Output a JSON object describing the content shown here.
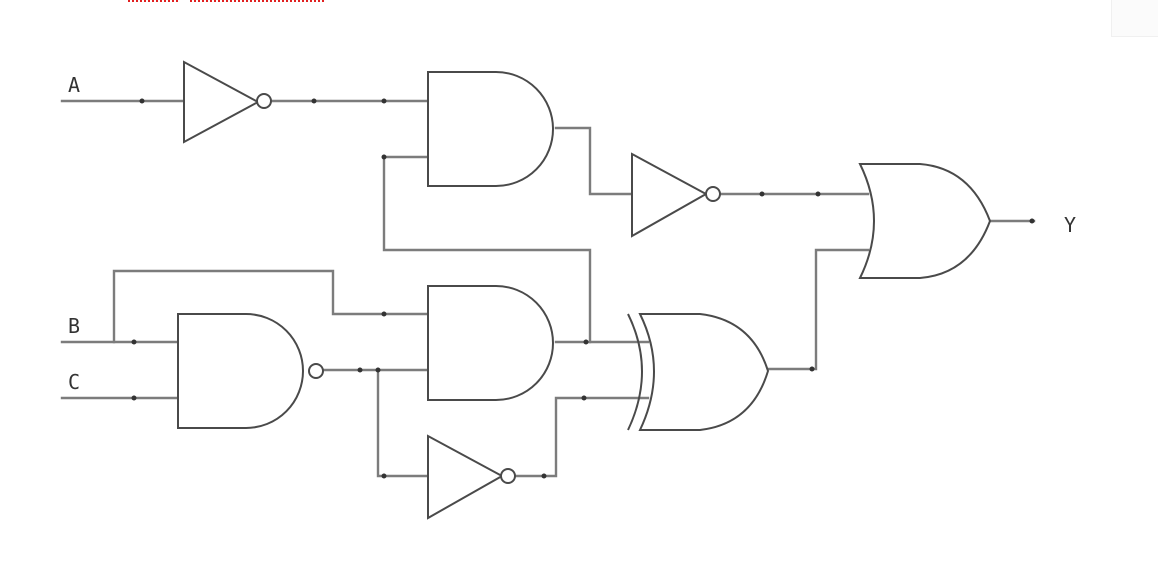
{
  "inputs": {
    "a": "A",
    "b": "B",
    "c": "C"
  },
  "output": {
    "y": "Y"
  },
  "gates": [
    {
      "id": "not1",
      "type": "NOT"
    },
    {
      "id": "and1",
      "type": "AND"
    },
    {
      "id": "not2",
      "type": "NOT"
    },
    {
      "id": "or1",
      "type": "OR"
    },
    {
      "id": "nand1",
      "type": "NAND"
    },
    {
      "id": "and2",
      "type": "AND"
    },
    {
      "id": "xor1",
      "type": "XOR"
    },
    {
      "id": "not3",
      "type": "NOT"
    }
  ],
  "connections": [
    [
      "A",
      "not1"
    ],
    [
      "not1",
      "and1"
    ],
    [
      "and2.out",
      "and1"
    ],
    [
      "and1",
      "not2"
    ],
    [
      "not2",
      "or1"
    ],
    [
      "B",
      "nand1"
    ],
    [
      "C",
      "nand1"
    ],
    [
      "B",
      "and2"
    ],
    [
      "nand1",
      "and2"
    ],
    [
      "nand1",
      "not3"
    ],
    [
      "and2",
      "xor1"
    ],
    [
      "not3",
      "xor1"
    ],
    [
      "xor1",
      "or1"
    ],
    [
      "or1",
      "Y"
    ]
  ]
}
